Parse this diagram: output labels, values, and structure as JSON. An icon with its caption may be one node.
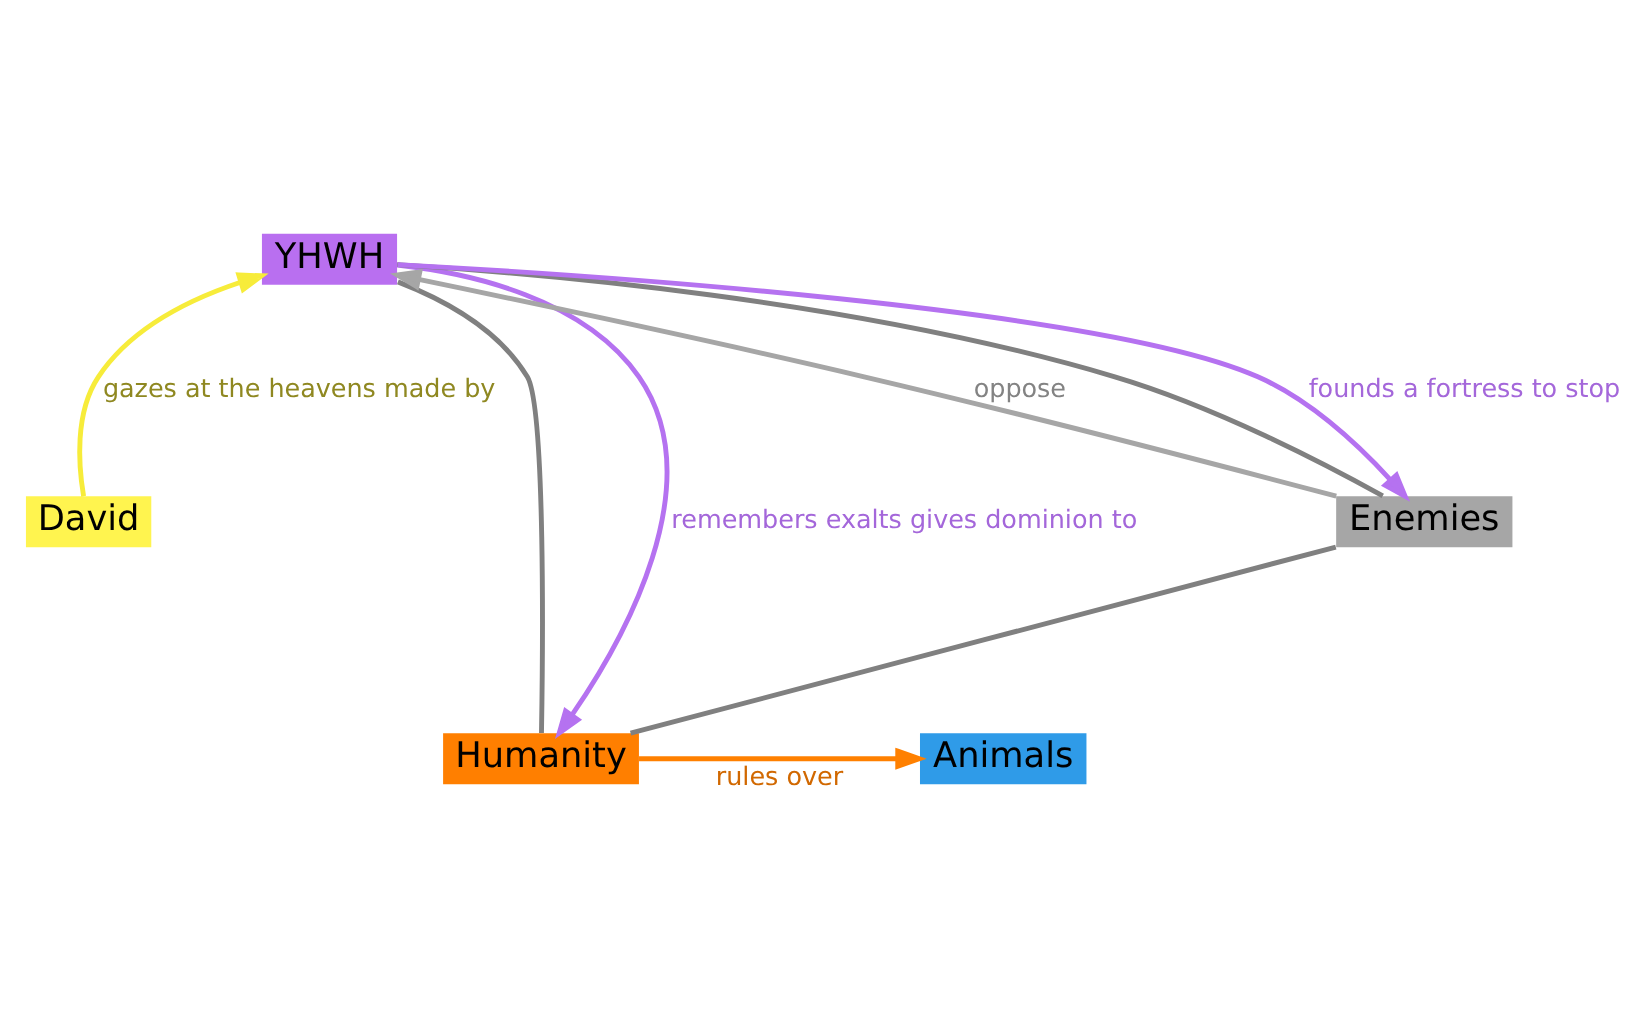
{
  "diagram": {
    "nodes": [
      {
        "text": [
          "YHWH"
        ]
      },
      {
        "text": [
          "David"
        ]
      },
      {
        "text": [
          "Humanity"
        ]
      },
      {
        "text": [
          "Enemies"
        ]
      },
      {
        "text": [
          "Animals"
        ]
      }
    ],
    "edges": [
      {
        "from": 0,
        "to": 2,
        "arrow": "none",
        "color": "#808080"
      },
      {
        "from": 0,
        "to": 3,
        "arrow": "none",
        "color": "#808080"
      },
      {
        "from": 2,
        "to": 3,
        "arrow": "none",
        "color": "#808080"
      },
      {
        "from": 1,
        "to": 0,
        "arrow": "to",
        "label": "gazes at the heavens made by",
        "color": "#f7ec3a"
      },
      {
        "from": 3,
        "to": 0,
        "arrow": "to",
        "label": "oppose",
        "color": "#a6a6a6"
      },
      {
        "from": 0,
        "to": 2,
        "arrow": "to",
        "label": "remembers exalts gives dominion to",
        "color": "#b572f0"
      },
      {
        "from": 0,
        "to": 3,
        "arrow": "to",
        "label": "founds a fortress to stop",
        "color": "#b572f0"
      },
      {
        "from": 2,
        "to": 4,
        "arrow": "to",
        "label": "rules over",
        "color": "#ff8000"
      }
    ]
  }
}
